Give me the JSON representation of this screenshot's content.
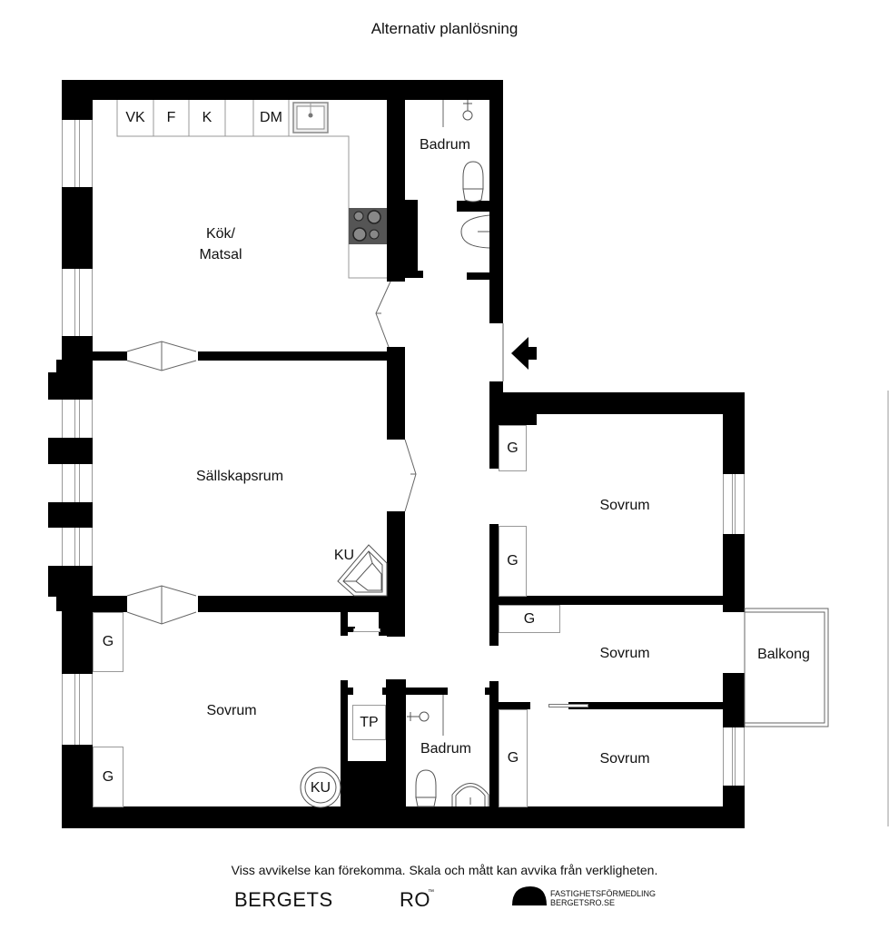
{
  "title": "Alternativ planlösning",
  "rooms": {
    "kitchen": {
      "line1": "Kök/",
      "line2": "Matsal"
    },
    "bathroom_top": "Badrum",
    "living_room": "Sällskapsrum",
    "bedroom_right_top": "Sovrum",
    "bedroom_right_mid": "Sovrum",
    "bedroom_right_bottom": "Sovrum",
    "bedroom_left_bottom": "Sovrum",
    "bathroom_bottom": "Badrum",
    "balcony": "Balkong"
  },
  "fixtures": {
    "kitchen_cabinets": [
      "VK",
      "F",
      "K",
      "",
      "DM"
    ],
    "stove_living": "KU",
    "stove_bedroom": "KU",
    "laundry": "TP",
    "wardrobes": [
      "G",
      "G",
      "G",
      "G",
      "G",
      "G"
    ]
  },
  "icons": {
    "entrance": "entrance-arrow-icon",
    "sink": "sink-icon",
    "stove": "stove-icon",
    "toilet": "toilet-icon",
    "shower": "shower-icon",
    "washbasin": "washbasin-icon",
    "logo": "semicircle-logo-icon"
  },
  "footer": {
    "disclaimer": "Viss avvikelse kan förekomma. Skala och mått kan avvika från verkligheten.",
    "brand_left": "BERGETS",
    "brand_right": "RO",
    "brand_tm": "™",
    "agency_line1": "FASTIGHETSFÖRMEDLING",
    "agency_line2": "BERGETSRO.SE"
  },
  "colors": {
    "wall": "#000000",
    "background": "#ffffff",
    "fixture_line": "#888888",
    "stove_top": "#555555"
  }
}
